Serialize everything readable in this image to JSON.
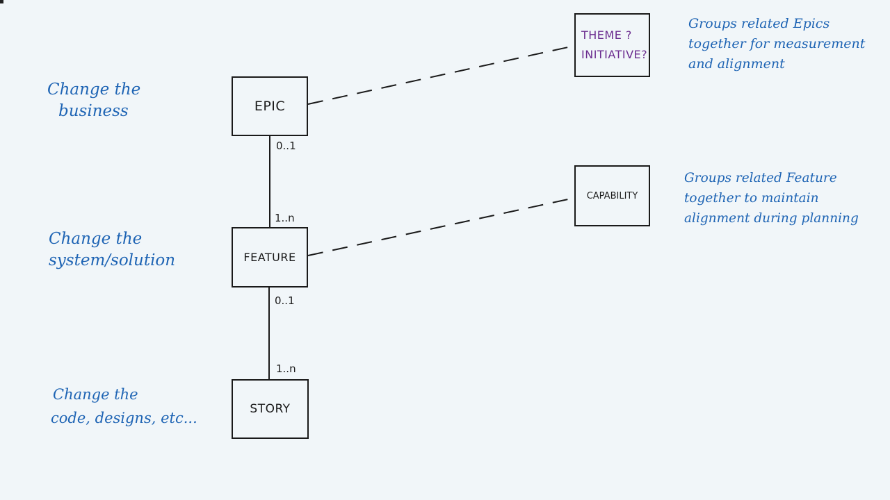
{
  "diagram": {
    "boxes": {
      "epic": "EPIC",
      "feature": "FEATURE",
      "story": "STORY",
      "theme_line1": "THEME ?",
      "theme_line2": "INITIATIVE?",
      "capability": "CAPABILITY"
    },
    "multiplicities": {
      "epic_feature_top": "0..1",
      "epic_feature_bottom": "1..n",
      "feature_story_top": "0..1",
      "feature_story_bottom": "1..n"
    },
    "left_notes": {
      "epic": [
        "Change the",
        "business"
      ],
      "feature": [
        "Change the",
        "system/solution"
      ],
      "story": [
        "Change the",
        "code, designs, etc..."
      ]
    },
    "right_notes": {
      "theme": [
        "Groups related Epics",
        "together for measurement",
        "and alignment"
      ],
      "capability": [
        "Groups related Feature",
        "together to maintain",
        "alignment during planning"
      ]
    },
    "colors": {
      "ink_black": "#1a1a1a",
      "ink_blue": "#1e64b4",
      "ink_purple": "#6b2c8f",
      "paper": "#f1f6f9"
    }
  }
}
